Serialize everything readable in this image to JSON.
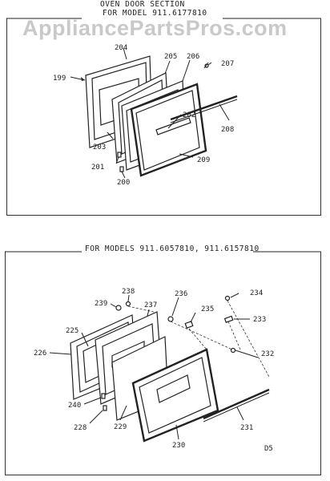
{
  "watermark": "AppliancePartsPros.com",
  "top_section": {
    "title_line1": "OVEN DOOR SECTION",
    "title_line2": "FOR MODEL 911.6177810",
    "callouts": [
      "204",
      "205",
      "206",
      "207",
      "199",
      "202",
      "203",
      "208",
      "201",
      "209",
      "200"
    ]
  },
  "bottom_section": {
    "title": "FOR MODELS 911.6057810, 911.6157810",
    "callouts": [
      "238",
      "236",
      "234",
      "239",
      "237",
      "235",
      "233",
      "225",
      "232",
      "226",
      "240",
      "228",
      "229",
      "231",
      "230"
    ],
    "code": "D5"
  }
}
